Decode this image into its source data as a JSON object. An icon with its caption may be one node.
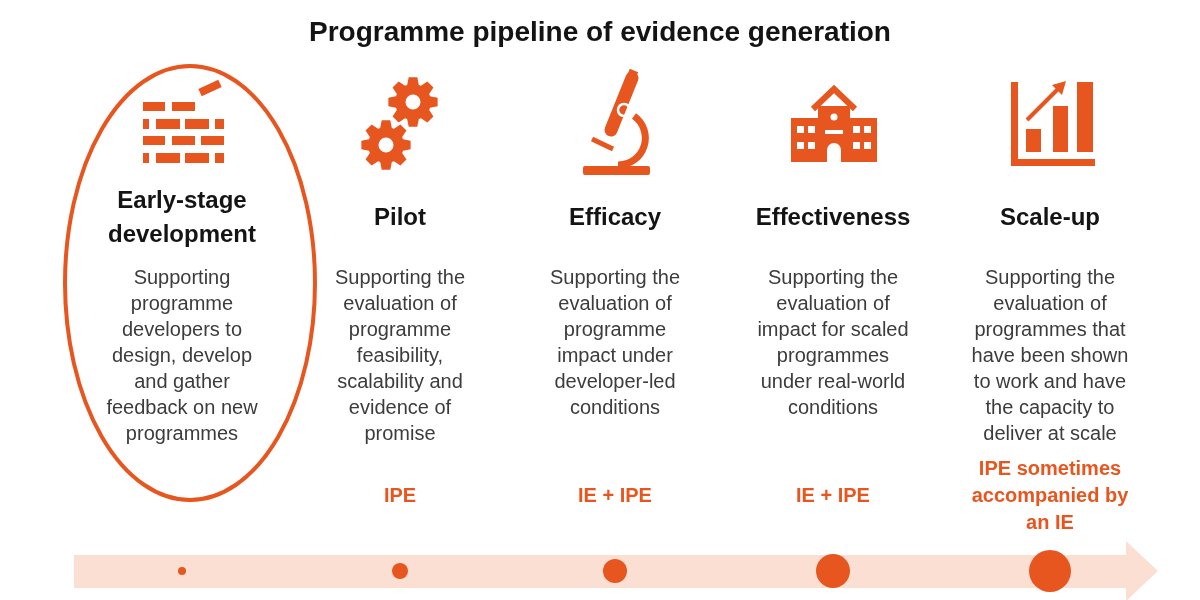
{
  "diagram": {
    "title": "Programme pipeline of evidence generation",
    "nodes": [
      {
        "text": [
          "Early-stage development",
          "Supporting programme developers to design, develop and gather feedback on new programmes"
        ]
      },
      {
        "text": [
          "Pilot",
          "Supporting the evaluation of programme feasibility, scalability and evidence of promise"
        ]
      },
      {
        "text": [
          "Efficacy",
          "Supporting the evaluation of programme impact under developer-led conditions"
        ]
      },
      {
        "text": [
          "Effectiveness",
          "Supporting the evaluation of impact for scaled programmes under real-world conditions"
        ]
      },
      {
        "text": [
          "Scale-up",
          "Supporting the evaluation of programmes that have been shown to work and have the capacity to deliver at scale"
        ]
      }
    ],
    "labels": [
      "IPE",
      "IE + IPE",
      "IE + IPE",
      "IPE sometimes accompanied by an IE"
    ]
  }
}
